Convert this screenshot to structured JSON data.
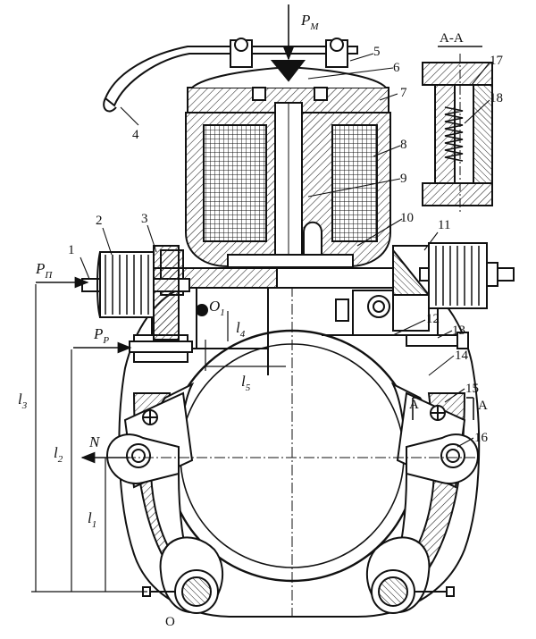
{
  "drawing": {
    "force_labels": {
      "pm": {
        "main": "P",
        "sub": "M"
      },
      "pp": {
        "main": "P",
        "sub": "П"
      },
      "pr": {
        "main": "P",
        "sub": "P"
      },
      "n": "N"
    },
    "dimension_labels": {
      "l1": {
        "main": "l",
        "sub": "1"
      },
      "l2": {
        "main": "l",
        "sub": "2"
      },
      "l3": {
        "main": "l",
        "sub": "3"
      },
      "l4": {
        "main": "l",
        "sub": "4"
      },
      "l5": {
        "main": "l",
        "sub": "5"
      }
    },
    "pivot_label": "O",
    "small_label_o1": {
      "main": "O",
      "sub": "1"
    },
    "section": {
      "title": "A-A",
      "mark_left": "A",
      "mark_right": "A"
    },
    "part_numbers": [
      "1",
      "2",
      "3",
      "4",
      "5",
      "6",
      "7",
      "8",
      "9",
      "10",
      "11",
      "12",
      "13",
      "14",
      "15",
      "16",
      "17",
      "18"
    ]
  }
}
